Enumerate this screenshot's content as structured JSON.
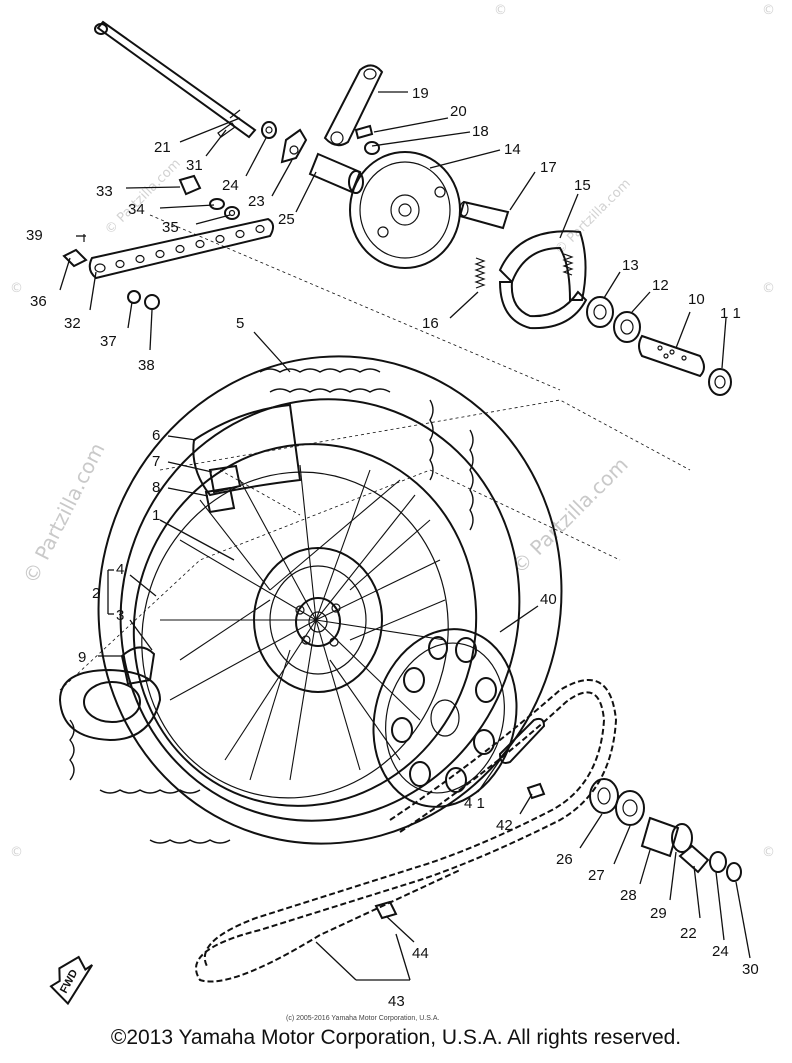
{
  "copyright": "©2013 Yamaha Motor Corporation, U.S.A. All rights reserved.",
  "inner_copyright": "(c) 2005-2016 Yamaha Motor Corporation, U.S.A.",
  "watermark": "© Partzilla.com",
  "watermark_mark": "©",
  "fwd_label": "FWD",
  "callouts": {
    "c1": "1",
    "c2": "2",
    "c3": "3",
    "c4": "4",
    "c5": "5",
    "c6": "6",
    "c7": "7",
    "c8": "8",
    "c9": "9",
    "c10": "10",
    "c11": "1 1",
    "c12": "12",
    "c13": "13",
    "c14": "14",
    "c15": "15",
    "c16": "16",
    "c17": "17",
    "c18": "18",
    "c19": "19",
    "c20": "20",
    "c21": "21",
    "c22": "22",
    "c23": "23",
    "c24a": "24",
    "c24b": "24",
    "c25": "25",
    "c26": "26",
    "c27": "27",
    "c28": "28",
    "c29": "29",
    "c30": "30",
    "c31": "31",
    "c32": "32",
    "c33": "33",
    "c34": "34",
    "c35": "35",
    "c36": "36",
    "c37": "37",
    "c38": "38",
    "c39": "39",
    "c40": "40",
    "c41": "4 1",
    "c42": "42",
    "c43": "43",
    "c44": "44"
  }
}
